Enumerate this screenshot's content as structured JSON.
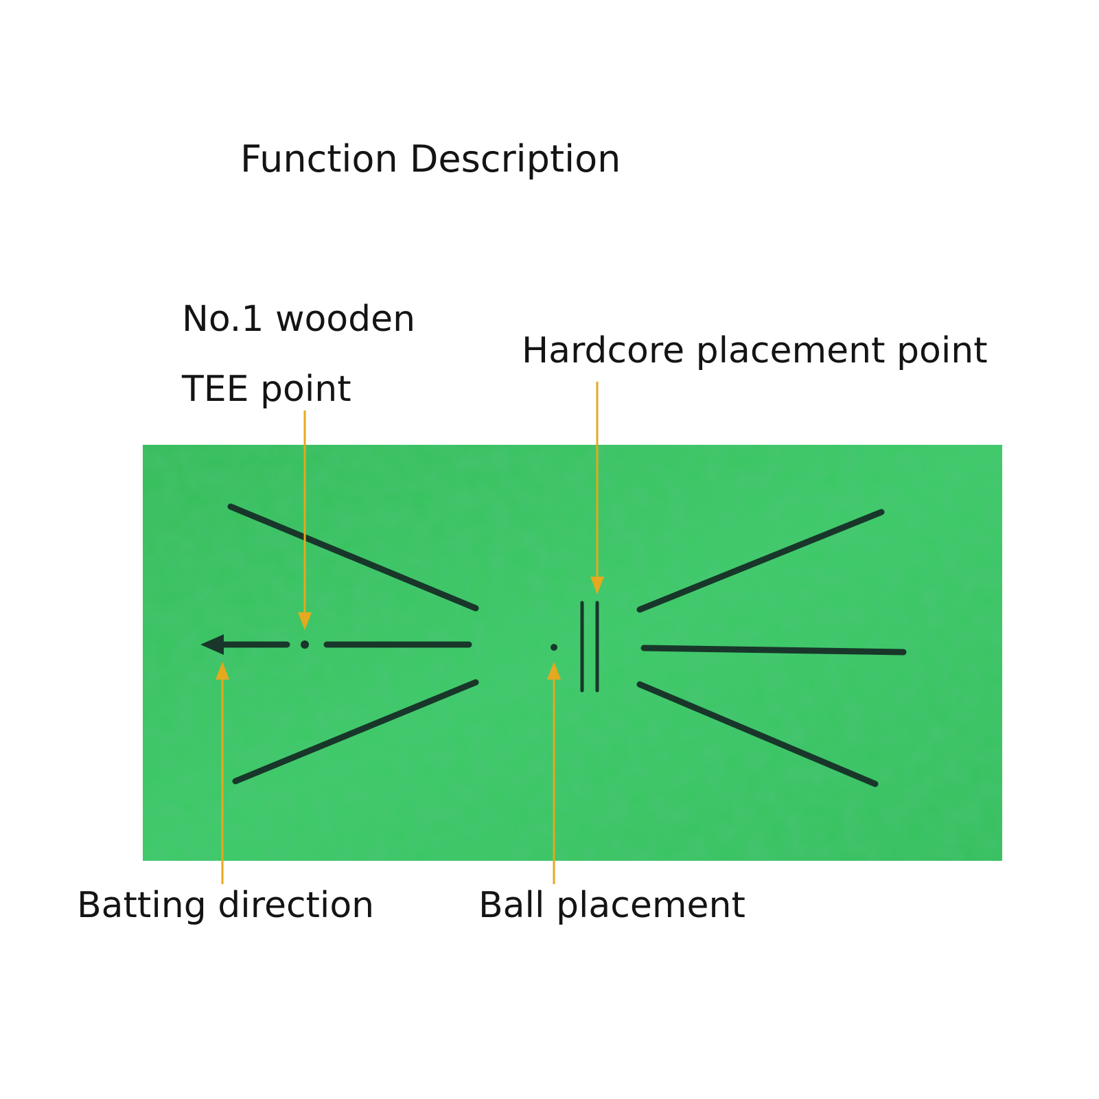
{
  "title": "Function Description",
  "labels": {
    "tee_line1": "No.1 wooden",
    "tee_line2": "TEE point",
    "hardcore": "Hardcore placement point",
    "batting": "Batting direction",
    "ball": "Ball placement"
  },
  "colors": {
    "background": "#ffffff",
    "mat_green": "#3cc662",
    "mat_green_dark": "#2fb255",
    "guide_line": "#18372a",
    "arrow_gold": "#e6a81e",
    "text": "#141414"
  },
  "icons": {
    "batting_direction": "arrow-left-icon",
    "callout": "arrow-down-icon"
  }
}
